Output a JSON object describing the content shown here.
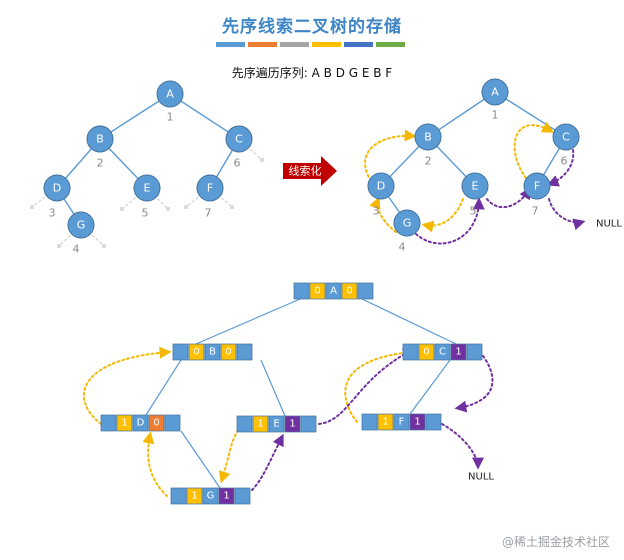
{
  "title": "先序线索二叉树的存储",
  "title_bar_colors": [
    "#5b9bd5",
    "#ed7d31",
    "#a5a5a5",
    "#ffc000",
    "#4472c4",
    "#70ad47"
  ],
  "sequence_text": "先序遍历序列: A B D G E B F",
  "arrow_label": "线索化",
  "null_label": "NULL",
  "watermark": "@稀土掘金技术社区",
  "colors": {
    "node_fill": "#5b9bd5",
    "node_stroke": "#41719c",
    "tag0": "#ffc000",
    "tag1": "#7030a0",
    "tag_orange": "#ed7d31",
    "thread_yellow": "#f5b800",
    "thread_purple": "#7030a0",
    "edge": "#5b9bd5",
    "stub": "#d0d0d0",
    "arrow_red": "#c00000"
  },
  "tree": {
    "nodes": [
      {
        "id": "A",
        "label": "A",
        "order": "1"
      },
      {
        "id": "B",
        "label": "B",
        "order": "2"
      },
      {
        "id": "C",
        "label": "C",
        "order": "6"
      },
      {
        "id": "D",
        "label": "D",
        "order": "3"
      },
      {
        "id": "E",
        "label": "E",
        "order": "5"
      },
      {
        "id": "F",
        "label": "F",
        "order": "7"
      },
      {
        "id": "G",
        "label": "G",
        "order": "4"
      }
    ]
  },
  "records": [
    {
      "id": "A",
      "cells": [
        "",
        "0",
        "A",
        "0",
        ""
      ]
    },
    {
      "id": "B",
      "cells": [
        "",
        "0",
        "B",
        "0",
        ""
      ]
    },
    {
      "id": "C",
      "cells": [
        "",
        "0",
        "C",
        "1",
        ""
      ]
    },
    {
      "id": "D",
      "cells": [
        "",
        "1",
        "D",
        "0",
        ""
      ]
    },
    {
      "id": "E",
      "cells": [
        "",
        "1",
        "E",
        "1",
        ""
      ]
    },
    {
      "id": "F",
      "cells": [
        "",
        "1",
        "F",
        "1",
        ""
      ]
    },
    {
      "id": "G",
      "cells": [
        "",
        "1",
        "G",
        "1",
        ""
      ]
    }
  ]
}
